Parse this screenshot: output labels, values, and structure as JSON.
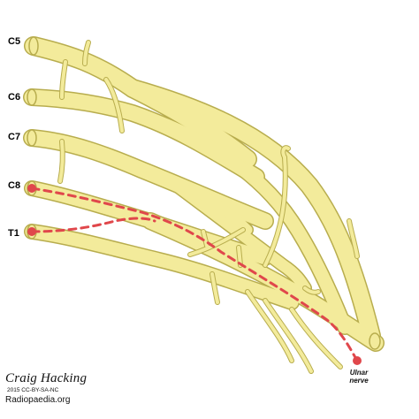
{
  "roots": [
    "C5",
    "C6",
    "C7",
    "C8",
    "T1"
  ],
  "nerve_label": [
    "Ulnar",
    "nerve"
  ],
  "credit": {
    "author": "Craig Hacking",
    "license": "2015 CC-BY-SA-NC",
    "site": "Radiopaedia.org"
  },
  "colors": {
    "nerve_fill": "#f3eb9b",
    "nerve_stroke": "#b8ad4e",
    "highlight": "#e0474b"
  }
}
